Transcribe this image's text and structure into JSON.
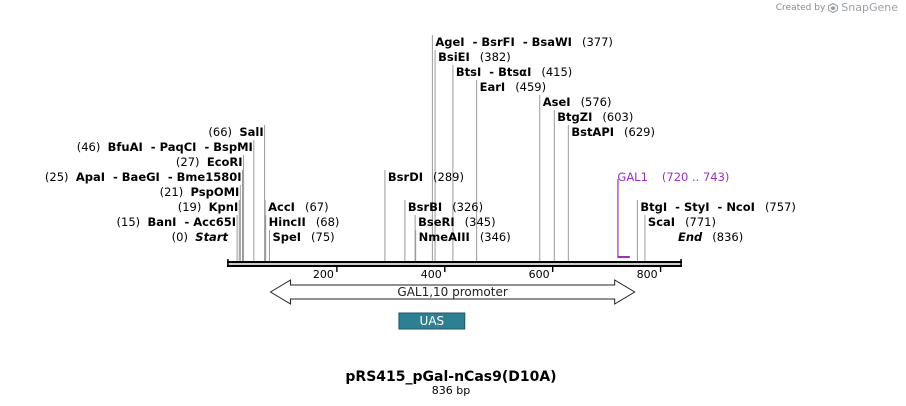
{
  "app": {
    "created_by": "Created by",
    "brand": "SnapGene",
    "logo_icon": "snapgene-logo-icon"
  },
  "plasmid": {
    "name": "pRS415_pGal-nCas9(D10A)",
    "length_label": "836 bp",
    "length": 836
  },
  "ruler": {
    "ticks": [
      200,
      400,
      600,
      800
    ]
  },
  "sites": [
    {
      "pos": 0,
      "label": "(0)",
      "names": [
        "Start"
      ],
      "italic": true,
      "row": 0,
      "side": "left"
    },
    {
      "pos": 15,
      "label": "(15)",
      "names": [
        "BanI",
        "Acc65I"
      ],
      "row": 1,
      "side": "left"
    },
    {
      "pos": 19,
      "label": "(19)",
      "names": [
        "KpnI"
      ],
      "row": 2,
      "side": "left"
    },
    {
      "pos": 21,
      "label": "(21)",
      "names": [
        "PspOMI"
      ],
      "row": 3,
      "side": "left"
    },
    {
      "pos": 25,
      "label": "(25)",
      "names": [
        "ApaI",
        "BaeGI",
        "Bme1580I"
      ],
      "row": 4,
      "side": "left"
    },
    {
      "pos": 27,
      "label": "(27)",
      "names": [
        "EcoRI"
      ],
      "row": 5,
      "side": "left"
    },
    {
      "pos": 46,
      "label": "(46)",
      "names": [
        "BfuAI",
        "PaqCI",
        "BspMI"
      ],
      "row": 6,
      "side": "left"
    },
    {
      "pos": 66,
      "label": "(66)",
      "names": [
        "SalI"
      ],
      "row": 7,
      "side": "left"
    },
    {
      "pos": 75,
      "label": "(75)",
      "names": [
        "SpeI"
      ],
      "row": 0,
      "side": "right"
    },
    {
      "pos": 68,
      "label": "(68)",
      "names": [
        "HincII"
      ],
      "row": 1,
      "side": "right"
    },
    {
      "pos": 67,
      "label": "(67)",
      "names": [
        "AccI"
      ],
      "row": 2,
      "side": "right"
    },
    {
      "pos": 346,
      "label": "(346)",
      "names": [
        "NmeAIII"
      ],
      "row": 0,
      "side": "right"
    },
    {
      "pos": 345,
      "label": "(345)",
      "names": [
        "BseRI"
      ],
      "row": 1,
      "side": "right"
    },
    {
      "pos": 326,
      "label": "(326)",
      "names": [
        "BsrBI"
      ],
      "row": 2,
      "side": "right"
    },
    {
      "pos": 289,
      "label": "(289)",
      "names": [
        "BsrDI"
      ],
      "row": 4,
      "side": "right"
    },
    {
      "pos": 459,
      "label": "(459)",
      "names": [
        "EarI"
      ],
      "row": 10,
      "side": "right"
    },
    {
      "pos": 415,
      "label": "(415)",
      "names": [
        "BtsI",
        "BtsαI"
      ],
      "row": 11,
      "side": "right"
    },
    {
      "pos": 382,
      "label": "(382)",
      "names": [
        "BsiEI"
      ],
      "row": 12,
      "side": "right"
    },
    {
      "pos": 377,
      "label": "(377)",
      "names": [
        "AgeI",
        "BsrFI",
        "BsaWI"
      ],
      "row": 13,
      "side": "right"
    },
    {
      "pos": 629,
      "label": "(629)",
      "names": [
        "BstAPI"
      ],
      "row": 7,
      "side": "right"
    },
    {
      "pos": 603,
      "label": "(603)",
      "names": [
        "BtgZI"
      ],
      "row": 8,
      "side": "right"
    },
    {
      "pos": 576,
      "label": "(576)",
      "names": [
        "AseI"
      ],
      "row": 9,
      "side": "right"
    },
    {
      "pos": 771,
      "label": "(771)",
      "names": [
        "ScaI"
      ],
      "row": 1,
      "side": "right"
    },
    {
      "pos": 757,
      "label": "(757)",
      "names": [
        "BtgI",
        "StyI",
        "NcoI"
      ],
      "row": 2,
      "side": "right"
    },
    {
      "pos": 836,
      "label": "(836)",
      "names": [
        "End"
      ],
      "italic": true,
      "row": 0,
      "side": "right"
    }
  ],
  "primer": {
    "name": "GAL1",
    "range_label": "(720 .. 743)",
    "start": 720,
    "end": 743,
    "color": "#9b30c8"
  },
  "features": [
    {
      "name": "GAL1,10 promoter",
      "start": 77,
      "end": 752,
      "type": "double-arrow"
    },
    {
      "name": "UAS",
      "start": 315,
      "end": 437,
      "type": "box",
      "color": "#2f7f93",
      "text_color": "#ffffff"
    }
  ]
}
